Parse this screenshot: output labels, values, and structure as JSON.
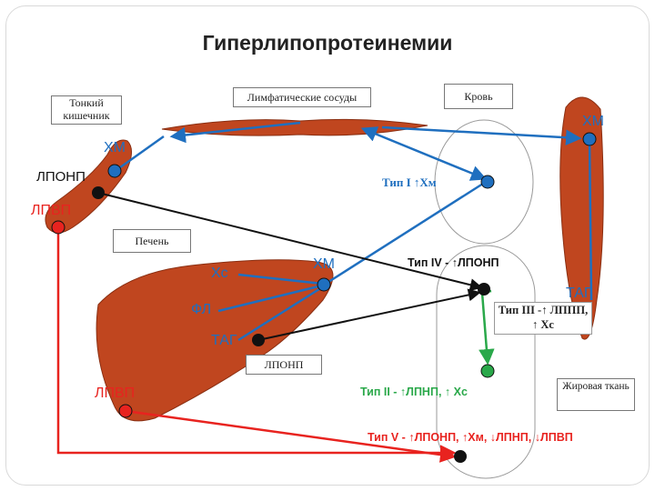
{
  "title": "Гиперлипопротеинемии",
  "boxes": {
    "small_intestine": "Тонкий кишечник",
    "lymph_vessels": "Лимфатические сосуды",
    "blood": "Кровь",
    "liver": "Печень",
    "lponp_box": "ЛПОНП",
    "adipose": "Жировая ткань",
    "type3": "Тип III -↑ ЛППП, ↑ Хс"
  },
  "labels": {
    "hm_top_right": "ХМ",
    "hm_left": "ХМ",
    "lponp_left": "ЛПОНП",
    "lpvp_left": "ЛПВП",
    "hs": "Хс",
    "hm_liver": "ХМ",
    "fl": "ФЛ",
    "tag_liver": "ТАГ",
    "tag_right": "ТАГ",
    "lpvp_bottom": "ЛПВП"
  },
  "types": {
    "type1": "Тип I ↑Хм",
    "type4": "Тип IV - ↑ЛПОНП",
    "type2": "Тип II - ↑ЛПНП, ↑ Хс",
    "type5": "Тип V - ↑ЛПОНП, ↑Хм, ↓ЛПНП, ↓ЛПВП"
  },
  "colors": {
    "organ": "#c0461f",
    "blue": "#1f6fbf",
    "red": "#e8231f",
    "green": "#2aa84a",
    "black": "#111111"
  }
}
